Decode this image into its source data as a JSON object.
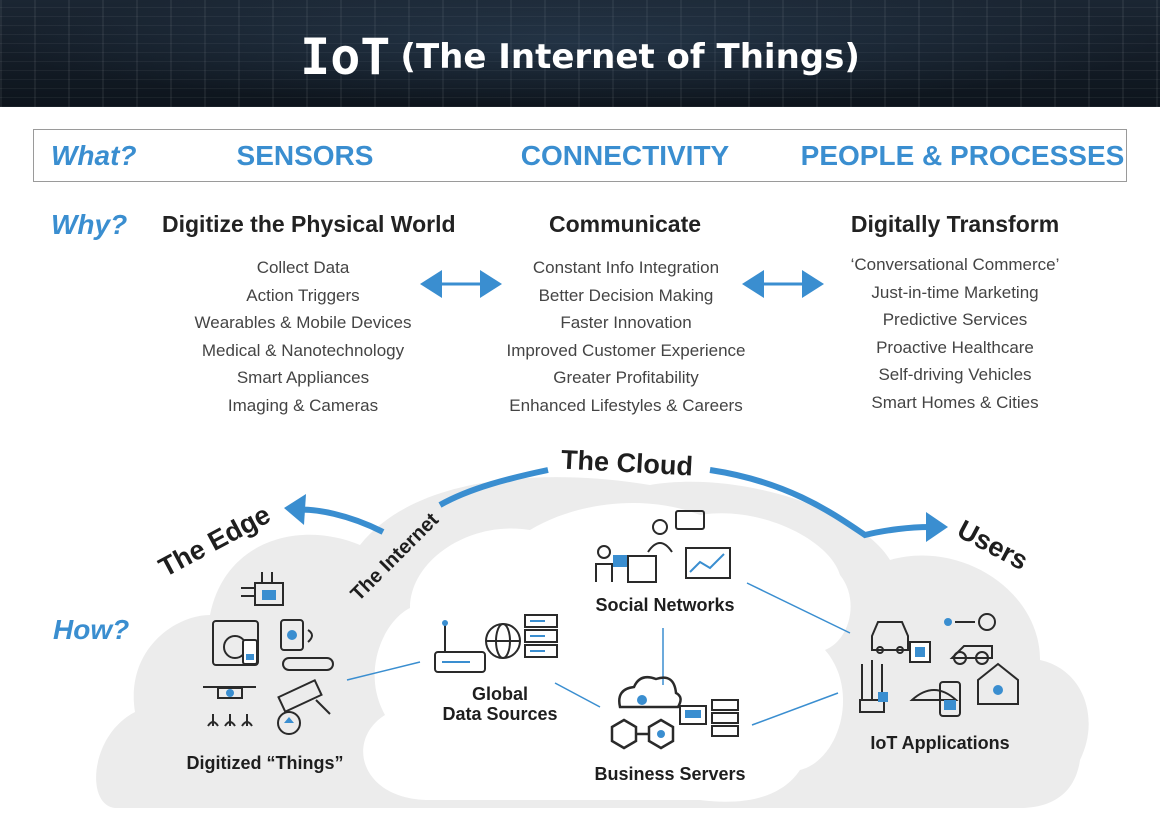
{
  "header": {
    "title_main": "IoT",
    "title_sub": "(The Internet of Things)"
  },
  "rows": {
    "what": "What?",
    "why": "Why?",
    "how": "How?"
  },
  "columns": [
    {
      "category": "SENSORS",
      "heading": "Digitize the Physical World",
      "items": [
        "Collect Data",
        "Action Triggers",
        "Wearables & Mobile Devices",
        "Medical & Nanotechnology",
        "Smart Appliances",
        "Imaging & Cameras"
      ]
    },
    {
      "category": "CONNECTIVITY",
      "heading": "Communicate",
      "items": [
        "Constant Info Integration",
        "Better Decision Making",
        "Faster Innovation",
        "Improved Customer Experience",
        "Greater Profitability",
        "Enhanced Lifestyles & Careers"
      ]
    },
    {
      "category": "PEOPLE & PROCESSES",
      "heading": "Digitally Transform",
      "items": [
        "‘Conversational Commerce’",
        "Just-in-time Marketing",
        "Predictive Services",
        "Proactive Healthcare",
        "Self-driving Vehicles",
        "Smart Homes & Cities"
      ]
    }
  ],
  "diagram": {
    "cloud_title": "The Cloud",
    "edge_label": "The Edge",
    "internet_label": "The Internet",
    "users_label": "Users",
    "nodes": {
      "things": "Digitized “Things”",
      "global_line1": "Global",
      "global_line2": "Data Sources",
      "social": "Social Networks",
      "business": "Business Servers",
      "iot_apps": "IoT Applications"
    }
  },
  "colors": {
    "accent": "#3a8ed0",
    "cloud_fill": "#ececec",
    "text_dark": "#1e1e1e"
  }
}
